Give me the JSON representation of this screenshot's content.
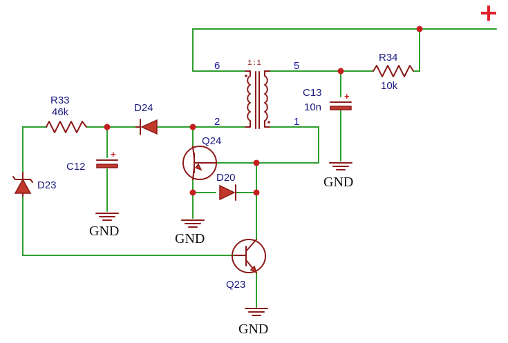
{
  "components": {
    "r33": {
      "ref": "R33",
      "value": "46k"
    },
    "r34": {
      "ref": "R34",
      "value": "10k"
    },
    "c12": {
      "ref": "C12"
    },
    "c13": {
      "ref": "C13",
      "value": "10n"
    },
    "d24": {
      "ref": "D24"
    },
    "d20": {
      "ref": "D20"
    },
    "d23": {
      "ref": "D23"
    },
    "q24": {
      "ref": "Q24"
    },
    "q23": {
      "ref": "Q23"
    },
    "t1": {
      "ratio": "1:1",
      "pins": {
        "p6": "6",
        "p5": "5",
        "p2": "2",
        "p1": "1"
      }
    }
  },
  "ground_label": "GND",
  "polarity_mark": "+",
  "colors": {
    "wire": "#2e9e2e",
    "component": "#8b1a1a",
    "junction": "#c41e1e",
    "supply": "#e0202a",
    "label": "#1a1a80"
  }
}
